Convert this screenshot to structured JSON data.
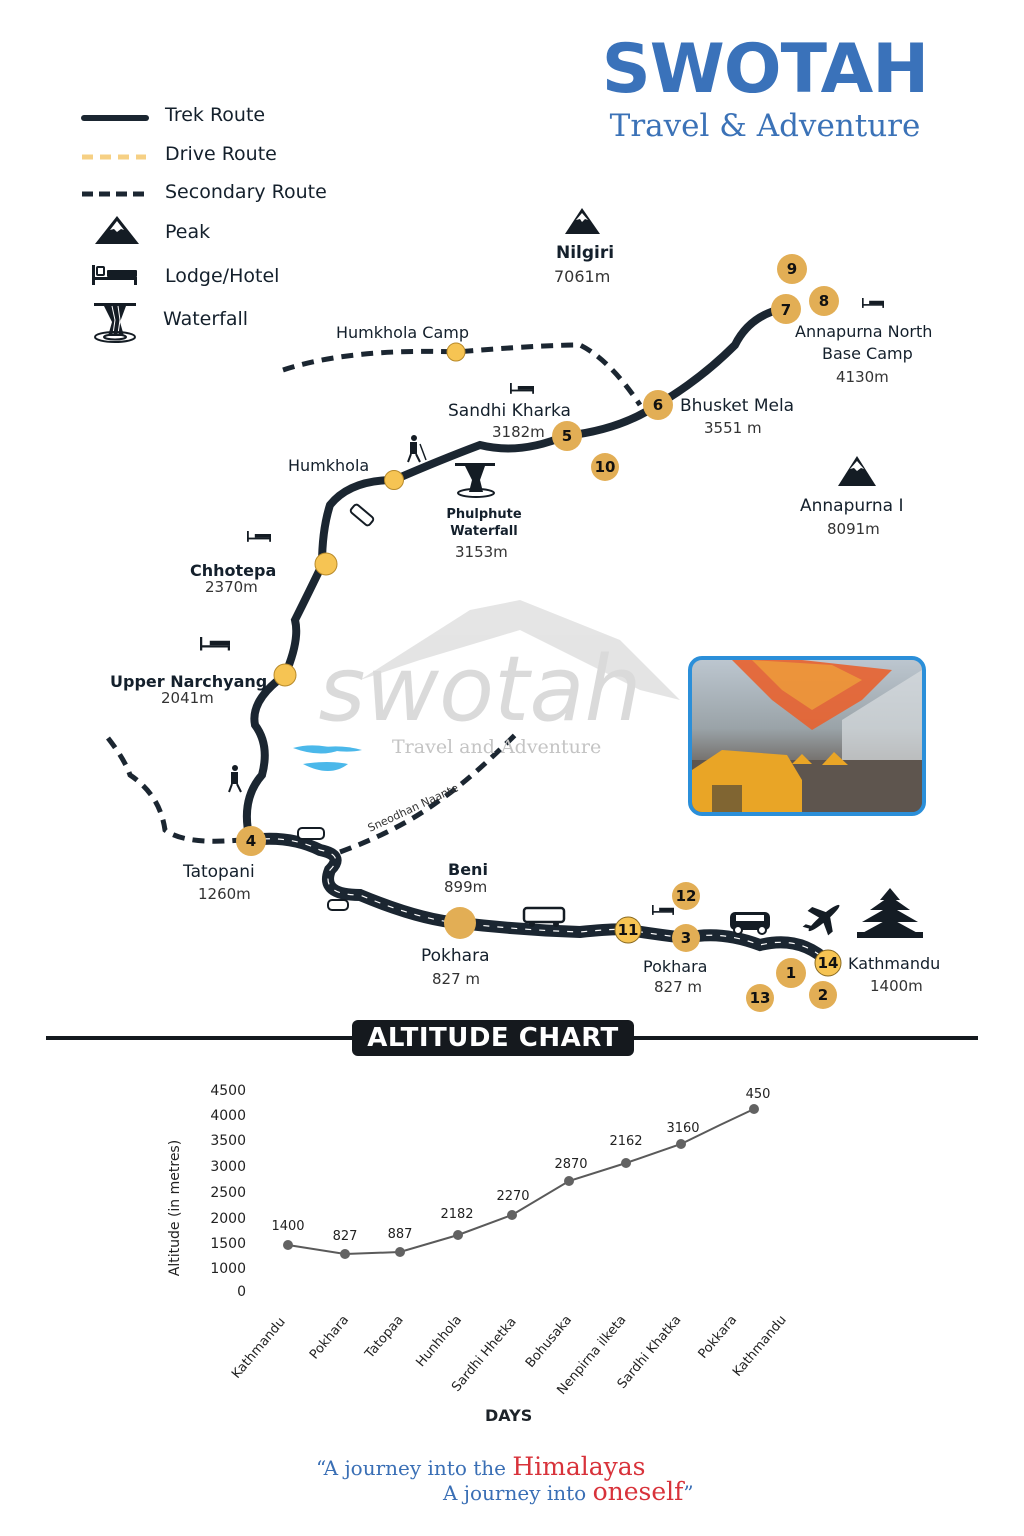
{
  "brand": {
    "title": "SWOTAH",
    "subtitle": "Travel & Adventure",
    "color": "#3a72ba"
  },
  "legend": [
    {
      "icon": "trek-route-line",
      "label": "Trek Route"
    },
    {
      "icon": "drive-route-line",
      "label": "Drive Route"
    },
    {
      "icon": "secondary-route-line",
      "label": "Secondary Route"
    },
    {
      "icon": "peak-icon",
      "label": "Peak"
    },
    {
      "icon": "lodge-icon",
      "label": "Lodge/Hotel"
    },
    {
      "icon": "waterfall-icon",
      "label": "Waterfall"
    }
  ],
  "peaks": [
    {
      "name": "Nilgiri",
      "altitude": "7061m"
    },
    {
      "name": "Annapurna I",
      "altitude": "8091m"
    }
  ],
  "places": {
    "humkhola_camp": {
      "name": "Humkhola Camp"
    },
    "sandhi_kharka": {
      "name": "Sandhi Kharka",
      "altitude": "3182m"
    },
    "bhusket_mela": {
      "name": "Bhusket Mela",
      "altitude": "3551 m"
    },
    "anbc": {
      "name_line1": "Annapurna North",
      "name_line2": "Base Camp",
      "altitude": "4130m"
    },
    "humkhola": {
      "name": "Humkhola"
    },
    "phulphute": {
      "name_line1": "Phulphute",
      "name_line2": "Waterfall",
      "altitude": "3153m"
    },
    "chhotepa": {
      "name": "Chhotepa",
      "altitude": "2370m"
    },
    "upper_narchyang": {
      "name": "Upper Narchyang",
      "altitude": "2041m"
    },
    "tatopani": {
      "name": "Tatopani",
      "altitude": "1260m"
    },
    "beni": {
      "name": "Beni",
      "altitude": "899m"
    },
    "pokhara_1": {
      "name": "Pokhara",
      "altitude": "827 m"
    },
    "pokhara_2": {
      "name": "Pokhara",
      "altitude": "827 m"
    },
    "kathmandu": {
      "name": "Kathmandu",
      "altitude": "1400m"
    },
    "secondary_road": {
      "name": "Sneodhan Naante"
    }
  },
  "day_markers": [
    "1",
    "2",
    "3",
    "4",
    "5",
    "6",
    "7",
    "8",
    "9",
    "10",
    "11",
    "12",
    "13",
    "14"
  ],
  "watermark": {
    "title": "swotah",
    "subtitle": "Travel and Adventure"
  },
  "colors": {
    "route": "#1b2631",
    "marker": "#e2ae55",
    "marker_light": "#f6c453",
    "lake": "#4bb8ea",
    "photo_border": "#2b8fd9"
  },
  "chart_section": {
    "title": "ALTITUDE CHART"
  },
  "chart_data": {
    "type": "line",
    "title": "ALTITUDE CHART",
    "xlabel": "DAYS",
    "ylabel": "Altitude (in metres)",
    "categories": [
      "Kathmandu",
      "Pokhara",
      "Tatopaa",
      "Hunhhola",
      "Sardhi Hhetka",
      "Bohusaka",
      "Nenpirna ilketa",
      "Sardhi Khatka",
      "Pokkara",
      "Kathmandu"
    ],
    "yticks": [
      "4500",
      "4000",
      "3500",
      "3000",
      "2500",
      "2000",
      "1500",
      "1000",
      "0"
    ],
    "data_labels": [
      "1400",
      "827",
      "887",
      "2182",
      "2270",
      "2870",
      "2162",
      "3160",
      "",
      "450"
    ],
    "values": [
      1500,
      1320,
      1330,
      1710,
      2110,
      2780,
      3170,
      3500,
      null,
      4240
    ],
    "ylim": [
      0,
      4500
    ],
    "grid": false,
    "legend": "none"
  },
  "quote": {
    "line1_prefix": "“A journey into the ",
    "line1_highlight": "Himalayas",
    "line2_prefix": "A journey into ",
    "line2_highlight": "oneself",
    "line2_suffix": "”"
  }
}
